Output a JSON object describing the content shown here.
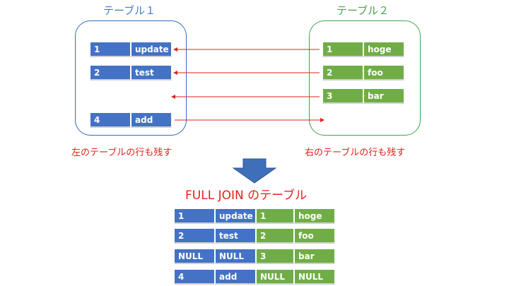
{
  "left_table": {
    "title": "テーブル１",
    "rows": [
      {
        "id": "1",
        "value": "update"
      },
      {
        "id": "2",
        "value": "test"
      },
      {
        "id": "4",
        "value": "add"
      }
    ],
    "note": "左のテーブルの行も残す"
  },
  "right_table": {
    "title": "テーブル２",
    "rows": [
      {
        "id": "1",
        "value": "hoge"
      },
      {
        "id": "2",
        "value": "foo"
      },
      {
        "id": "3",
        "value": "bar"
      }
    ],
    "note": "右のテーブルの行も残す"
  },
  "result": {
    "title": "FULL JOIN のテーブル",
    "rows": [
      [
        "1",
        "update",
        "1",
        "hoge"
      ],
      [
        "2",
        "test",
        "2",
        "foo"
      ],
      [
        "NULL",
        "NULL",
        "3",
        "bar"
      ],
      [
        "4",
        "add",
        "NULL",
        "NULL"
      ]
    ]
  },
  "colors": {
    "left_frame": "#2e6db5",
    "right_frame": "#3fa34d",
    "blue_cell": "#4472c4",
    "green_cell": "#70ad47",
    "arrow": "#e0211b",
    "down_arrow": "#3f6fb8"
  }
}
